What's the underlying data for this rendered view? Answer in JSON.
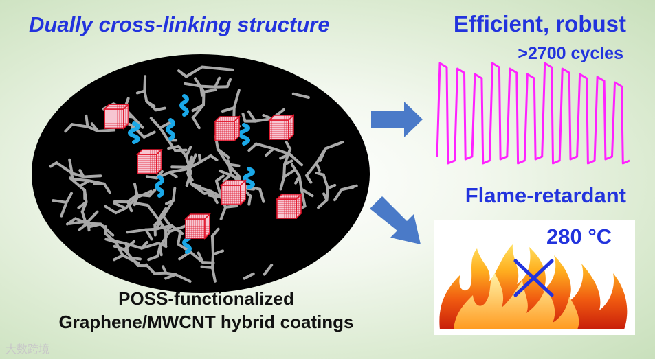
{
  "left_title": "Dually cross-linking structure",
  "caption_line1": "POSS-functionalized",
  "caption_line2": "Graphene/MWCNT hybrid coatings",
  "right_top_title": "Efficient, robust",
  "cycles_label": ">2700 cycles",
  "flame_title": "Flame-retardant",
  "temperature_label": "280 °C",
  "watermark": "大数跨境",
  "colors": {
    "title_blue": "#2233dd",
    "arrow_blue": "#4a7ac8",
    "signal_magenta": "#ff22ff",
    "chain_blue": "#1aa8e8",
    "network_gray": "#a9a9a9",
    "cube_red": "#e0152a",
    "cube_fill": "#f7c6d2"
  },
  "icons": [
    "right-arrow-icon",
    "down-right-arrow-icon",
    "poss-cube-icon",
    "flame-icon",
    "cross-mark-icon"
  ]
}
